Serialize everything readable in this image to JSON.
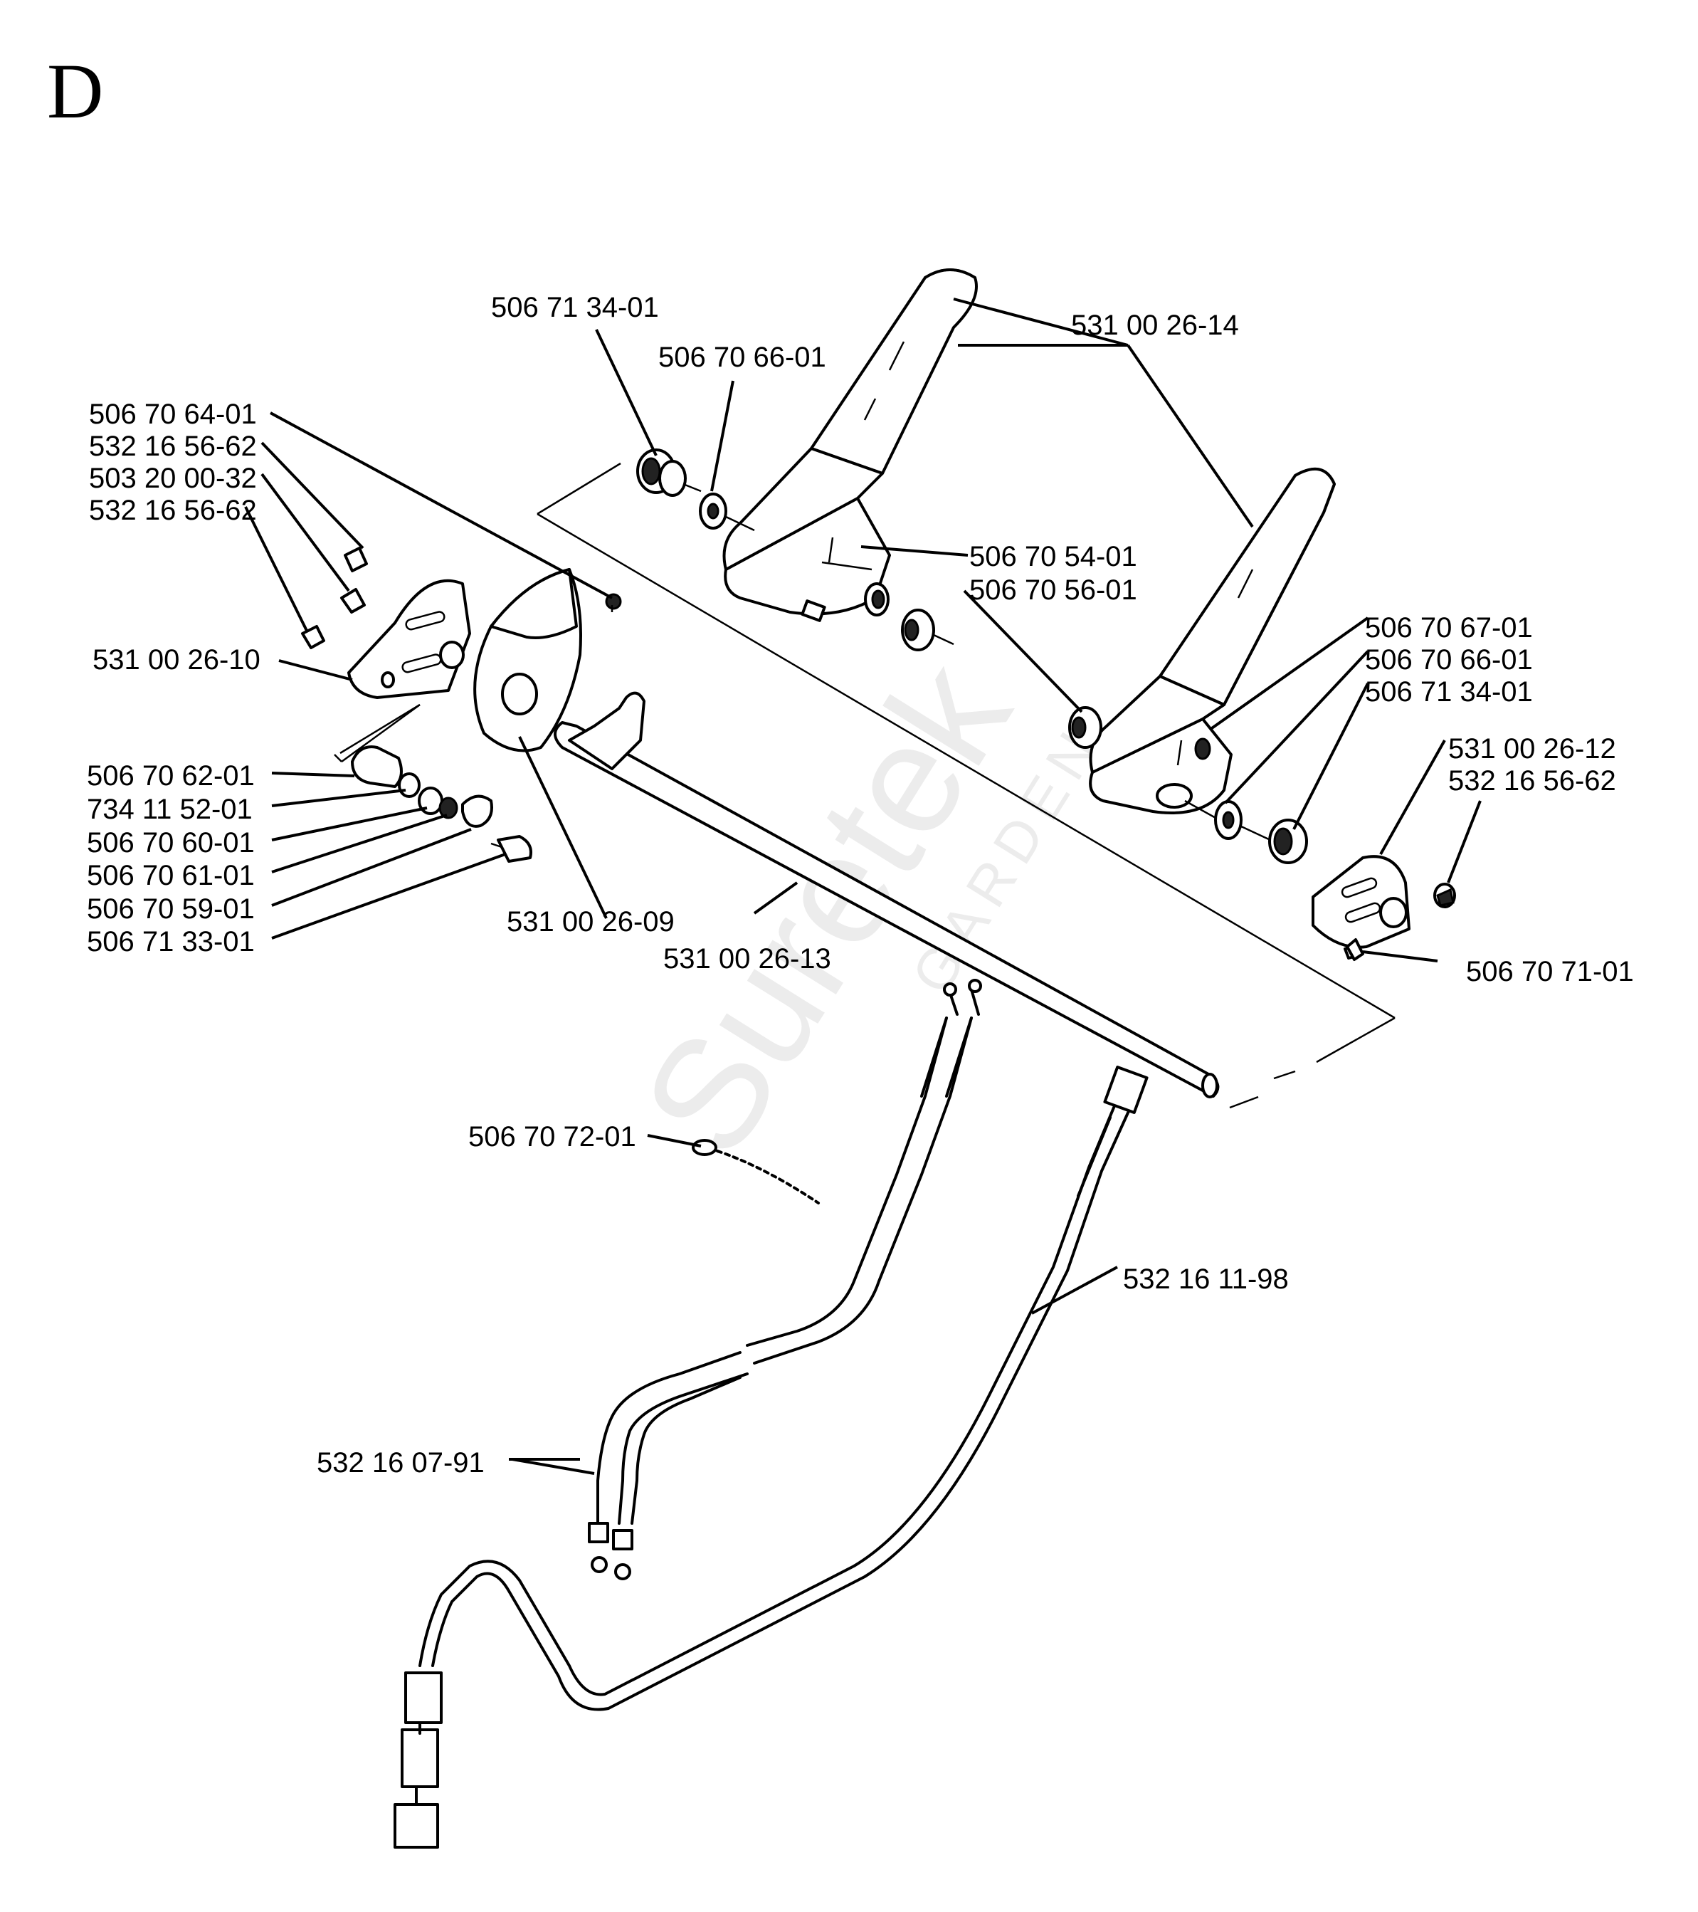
{
  "section_letter": "D",
  "watermark": {
    "brand": "Suretek",
    "sub": "GARDEN"
  },
  "part_numbers": {
    "p_506_71_34_01_top": "506 71 34-01",
    "p_506_70_66_01_top": "506 70 66-01",
    "p_531_00_26_14": "531 00 26-14",
    "p_506_70_64_01": "506 70 64-01",
    "p_532_16_56_62_a": "532 16 56-62",
    "p_503_20_00_32": "503 20 00-32",
    "p_532_16_56_62_b": "532 16 56-62",
    "p_506_70_54_01": "506 70 54-01",
    "p_506_70_56_01": "506 70 56-01",
    "p_531_00_26_10": "531 00 26-10",
    "p_506_70_67_01": "506 70 67-01",
    "p_506_70_66_01_right": "506 70 66-01",
    "p_506_71_34_01_right": "506 71 34-01",
    "p_531_00_26_12": "531 00 26-12",
    "p_532_16_56_62_c": "532 16 56-62",
    "p_506_70_62_01": "506 70 62-01",
    "p_734_11_52_01": "734 11 52-01",
    "p_506_70_60_01": "506 70 60-01",
    "p_506_70_61_01": "506 70 61-01",
    "p_506_70_59_01": "506 70 59-01",
    "p_506_71_33_01": "506 71 33-01",
    "p_531_00_26_09": "531 00 26-09",
    "p_531_00_26_13": "531 00 26-13",
    "p_506_70_71_01": "506 70 71-01",
    "p_506_70_72_01": "506 70 72-01",
    "p_532_16_11_98": "532 16 11-98",
    "p_532_16_07_91": "532 16 07-91"
  }
}
